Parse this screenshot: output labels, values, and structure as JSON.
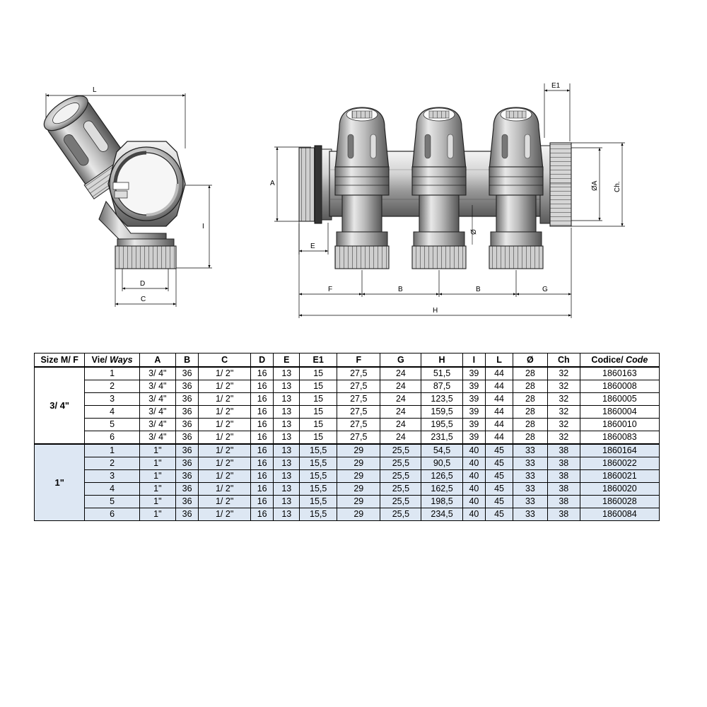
{
  "drawing": {
    "side_view_labels": {
      "L": "L",
      "I": "I",
      "D": "D",
      "C": "C"
    },
    "front_view_labels": {
      "E1": "E1",
      "A": "A",
      "E": "E",
      "O": "Ø",
      "phiA": "ØA",
      "Ch": "Ch.",
      "F": "F",
      "B1": "B",
      "B2": "B",
      "G": "G",
      "H": "H"
    }
  },
  "table": {
    "headers": {
      "size": "Size M/ F",
      "ways_it": "Vie/",
      "ways_en": "Ways",
      "A": "A",
      "B": "B",
      "C": "C",
      "D": "D",
      "E": "E",
      "E1": "E1",
      "F": "F",
      "G": "G",
      "H": "H",
      "I": "I",
      "L": "L",
      "O": "Ø",
      "Ch": "Ch",
      "code_it": "Codice/",
      "code_en": "Code"
    },
    "groups": [
      {
        "size": "3/ 4\"",
        "highlight": false,
        "rows": [
          {
            "ways": "1",
            "A": "3/ 4\"",
            "B": "36",
            "C": "1/ 2\"",
            "D": "16",
            "E": "13",
            "E1": "15",
            "F": "27,5",
            "G": "24",
            "H": "51,5",
            "I": "39",
            "L": "44",
            "O": "28",
            "Ch": "32",
            "code": "1860163"
          },
          {
            "ways": "2",
            "A": "3/ 4\"",
            "B": "36",
            "C": "1/ 2\"",
            "D": "16",
            "E": "13",
            "E1": "15",
            "F": "27,5",
            "G": "24",
            "H": "87,5",
            "I": "39",
            "L": "44",
            "O": "28",
            "Ch": "32",
            "code": "1860008"
          },
          {
            "ways": "3",
            "A": "3/ 4\"",
            "B": "36",
            "C": "1/ 2\"",
            "D": "16",
            "E": "13",
            "E1": "15",
            "F": "27,5",
            "G": "24",
            "H": "123,5",
            "I": "39",
            "L": "44",
            "O": "28",
            "Ch": "32",
            "code": "1860005"
          },
          {
            "ways": "4",
            "A": "3/ 4\"",
            "B": "36",
            "C": "1/ 2\"",
            "D": "16",
            "E": "13",
            "E1": "15",
            "F": "27,5",
            "G": "24",
            "H": "159,5",
            "I": "39",
            "L": "44",
            "O": "28",
            "Ch": "32",
            "code": "1860004"
          },
          {
            "ways": "5",
            "A": "3/ 4\"",
            "B": "36",
            "C": "1/ 2\"",
            "D": "16",
            "E": "13",
            "E1": "15",
            "F": "27,5",
            "G": "24",
            "H": "195,5",
            "I": "39",
            "L": "44",
            "O": "28",
            "Ch": "32",
            "code": "1860010"
          },
          {
            "ways": "6",
            "A": "3/ 4\"",
            "B": "36",
            "C": "1/ 2\"",
            "D": "16",
            "E": "13",
            "E1": "15",
            "F": "27,5",
            "G": "24",
            "H": "231,5",
            "I": "39",
            "L": "44",
            "O": "28",
            "Ch": "32",
            "code": "1860083"
          }
        ]
      },
      {
        "size": "1\"",
        "highlight": true,
        "rows": [
          {
            "ways": "1",
            "A": "1\"",
            "B": "36",
            "C": "1/ 2\"",
            "D": "16",
            "E": "13",
            "E1": "15,5",
            "F": "29",
            "G": "25,5",
            "H": "54,5",
            "I": "40",
            "L": "45",
            "O": "33",
            "Ch": "38",
            "code": "1860164"
          },
          {
            "ways": "2",
            "A": "1\"",
            "B": "36",
            "C": "1/ 2\"",
            "D": "16",
            "E": "13",
            "E1": "15,5",
            "F": "29",
            "G": "25,5",
            "H": "90,5",
            "I": "40",
            "L": "45",
            "O": "33",
            "Ch": "38",
            "code": "1860022"
          },
          {
            "ways": "3",
            "A": "1\"",
            "B": "36",
            "C": "1/ 2\"",
            "D": "16",
            "E": "13",
            "E1": "15,5",
            "F": "29",
            "G": "25,5",
            "H": "126,5",
            "I": "40",
            "L": "45",
            "O": "33",
            "Ch": "38",
            "code": "1860021"
          },
          {
            "ways": "4",
            "A": "1\"",
            "B": "36",
            "C": "1/ 2\"",
            "D": "16",
            "E": "13",
            "E1": "15,5",
            "F": "29",
            "G": "25,5",
            "H": "162,5",
            "I": "40",
            "L": "45",
            "O": "33",
            "Ch": "38",
            "code": "1860020"
          },
          {
            "ways": "5",
            "A": "1\"",
            "B": "36",
            "C": "1/ 2\"",
            "D": "16",
            "E": "13",
            "E1": "15,5",
            "F": "29",
            "G": "25,5",
            "H": "198,5",
            "I": "40",
            "L": "45",
            "O": "33",
            "Ch": "38",
            "code": "1860028"
          },
          {
            "ways": "6",
            "A": "1\"",
            "B": "36",
            "C": "1/ 2\"",
            "D": "16",
            "E": "13",
            "E1": "15,5",
            "F": "29",
            "G": "25,5",
            "H": "234,5",
            "I": "40",
            "L": "45",
            "O": "33",
            "Ch": "38",
            "code": "1860084"
          }
        ]
      }
    ],
    "colors": {
      "highlight_row": "#dde7f3",
      "line": "#000000"
    }
  }
}
